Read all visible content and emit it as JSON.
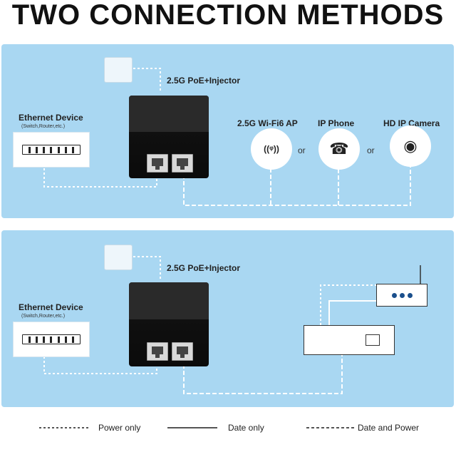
{
  "title": "TWO CONNECTION METHODS",
  "panel1": {
    "injector_label": "2.5G PoE+Injector",
    "ethernet_label": "Ethernet Device",
    "ethernet_sub": "(Switch,Router,etc.)",
    "devices": [
      {
        "label": "2.5G Wi-Fi6 AP",
        "icon": "wifi-ap-icon",
        "glyph": "((ᵠ))"
      },
      {
        "label": "IP Phone",
        "icon": "ip-phone-icon",
        "glyph": "☎"
      },
      {
        "label": "HD IP Camera",
        "icon": "ip-camera-icon",
        "glyph": "◉"
      }
    ],
    "or_text": "or"
  },
  "panel2": {
    "injector_label": "2.5G PoE+Injector",
    "ethernet_label": "Ethernet Device",
    "ethernet_sub": "(Switch,Router,etc.)"
  },
  "legend": {
    "power_only": "Power only",
    "data_only": "Date only",
    "data_and_power": "Date and Power"
  },
  "colors": {
    "panel": "#a9d7f2",
    "wire": "#ffffff",
    "device": "#111111"
  }
}
